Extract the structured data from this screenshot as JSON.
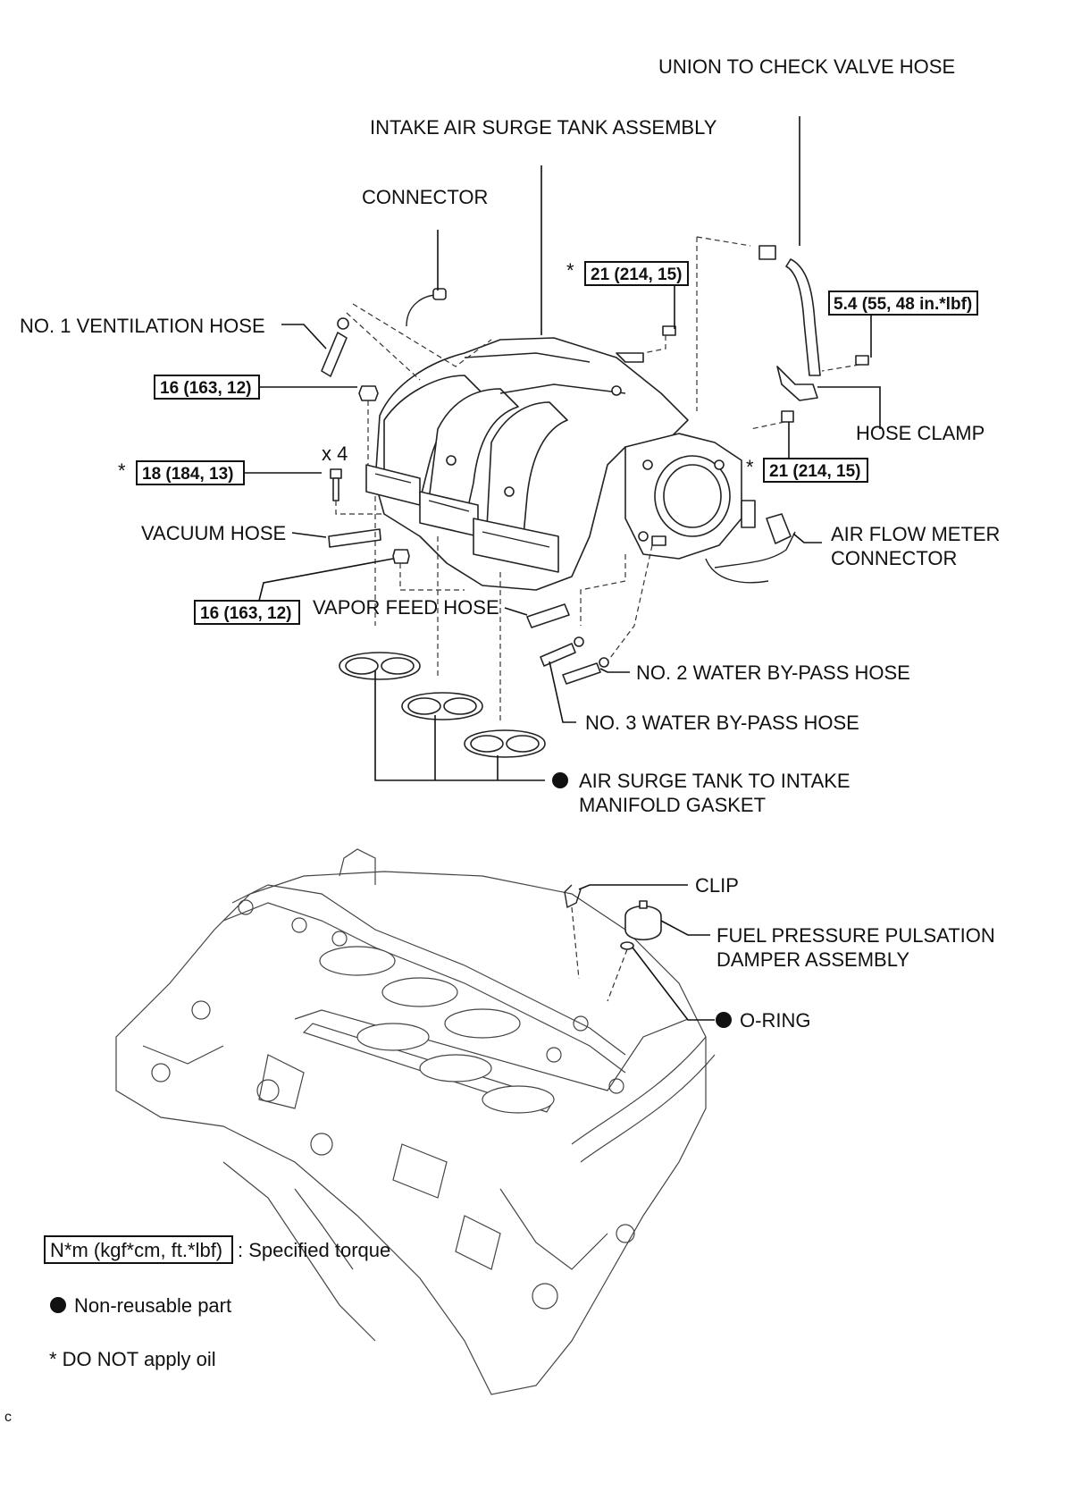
{
  "labels": {
    "union_to_check_valve_hose": "UNION TO CHECK VALVE HOSE",
    "intake_air_surge_tank_assembly": "INTAKE AIR SURGE TANK ASSEMBLY",
    "connector": "CONNECTOR",
    "no1_ventilation_hose": "NO. 1 VENTILATION HOSE",
    "hose_clamp": "HOSE CLAMP",
    "vacuum_hose": "VACUUM HOSE",
    "air_flow_meter_connector_line1": "AIR FLOW METER",
    "air_flow_meter_connector_line2": "CONNECTOR",
    "vapor_feed_hose": "VAPOR FEED HOSE",
    "no2_water_bypass_hose": "NO. 2 WATER BY-PASS HOSE",
    "no3_water_bypass_hose": "NO. 3 WATER BY-PASS HOSE",
    "gasket_line1": "AIR SURGE TANK TO INTAKE",
    "gasket_line2": "MANIFOLD GASKET",
    "clip": "CLIP",
    "fuel_damper_line1": "FUEL PRESSURE PULSATION",
    "fuel_damper_line2": "DAMPER ASSEMBLY",
    "o_ring": "O-RING",
    "qty_x4": "x 4"
  },
  "torques": {
    "upper_21": "21 (214, 15)",
    "top_right_5_4": "5.4 (55, 48 in.*lbf)",
    "left_16_upper": "16 (163, 12)",
    "bolt_18": "18 (184, 13)",
    "right_21": "21 (214, 15)",
    "left_16_lower": "16 (163, 12)"
  },
  "legend": {
    "torque_box": "N*m (kgf*cm, ft.*lbf)",
    "torque_text": ": Specified torque",
    "nonreusable_text": "Non-reusable part",
    "no_oil_text": "* DO NOT apply oil",
    "star": "*",
    "corner_code": "c"
  }
}
